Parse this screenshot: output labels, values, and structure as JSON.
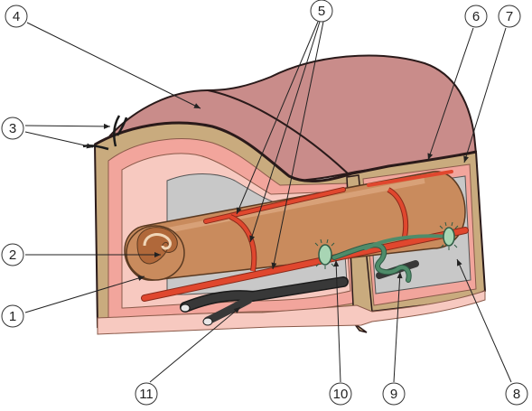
{
  "labels": [
    {
      "id": "1",
      "text": "1"
    },
    {
      "id": "2",
      "text": "2"
    },
    {
      "id": "3",
      "text": "3"
    },
    {
      "id": "4",
      "text": "4"
    },
    {
      "id": "5",
      "text": "5"
    },
    {
      "id": "6",
      "text": "6"
    },
    {
      "id": "7",
      "text": "7"
    },
    {
      "id": "8",
      "text": "8"
    },
    {
      "id": "9",
      "text": "9"
    },
    {
      "id": "10",
      "text": "10"
    },
    {
      "id": "11",
      "text": "11"
    }
  ],
  "colors": {
    "skin_outer": "#c98c8a",
    "skin_edge": "#2a1a1a",
    "fascia": "#c9ab7e",
    "inner_pink": "#f2a59c",
    "pale_pink": "#f7c9c0",
    "cavity_gray": "#c8c8c8",
    "bone": "#c98b5d",
    "marrow": "#b0683a",
    "artery": "#e0472e",
    "vein": "#383838",
    "nerve": "#4f8c6a",
    "nerve_light": "#a8d5b4"
  }
}
